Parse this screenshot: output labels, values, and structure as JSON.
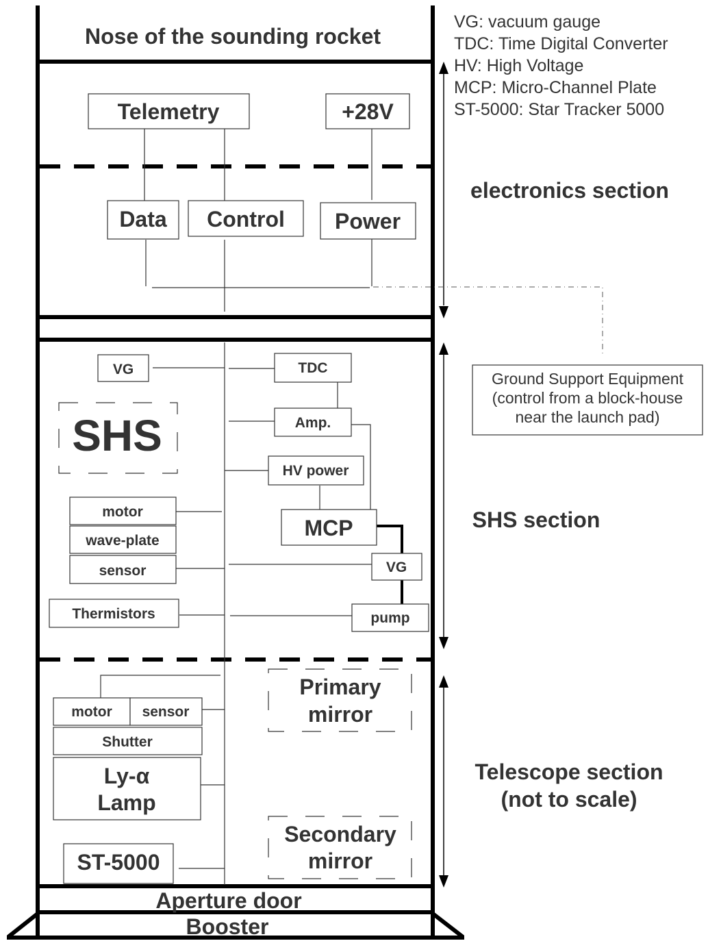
{
  "rocket": {
    "nose": "Nose of the sounding rocket",
    "aperture_door": "Aperture door",
    "booster": "Booster"
  },
  "legend": [
    "VG: vacuum gauge",
    "TDC: Time Digital Converter",
    "HV: High Voltage",
    "MCP: Micro-Channel Plate",
    "ST-5000: Star Tracker 5000"
  ],
  "sections": {
    "electronics": "electronics section",
    "shs": "SHS section",
    "telescope_line1": "Telescope section",
    "telescope_line2": "(not to scale)"
  },
  "electronics": {
    "telemetry": "Telemetry",
    "plus28v": "+28V",
    "data": "Data",
    "control": "Control",
    "power": "Power"
  },
  "gse": {
    "line1": "Ground Support Equipment",
    "line2": "(control from a block-house",
    "line3": "near the launch pad)"
  },
  "shs": {
    "title": "SHS",
    "vg_left": "VG",
    "tdc": "TDC",
    "amp": "Amp.",
    "hv_power": "HV power",
    "mcp": "MCP",
    "motor": "motor",
    "wave_plate": "wave-plate",
    "sensor": "sensor",
    "vg_right": "VG",
    "thermistors": "Thermistors",
    "pump": "pump"
  },
  "telescope": {
    "primary_line1": "Primary",
    "primary_line2": "mirror",
    "motor": "motor",
    "sensor": "sensor",
    "shutter": "Shutter",
    "lamp_line1": "Ly-α",
    "lamp_line2": "Lamp",
    "secondary_line1": "Secondary",
    "secondary_line2": "mirror",
    "st5000": "ST-5000"
  }
}
